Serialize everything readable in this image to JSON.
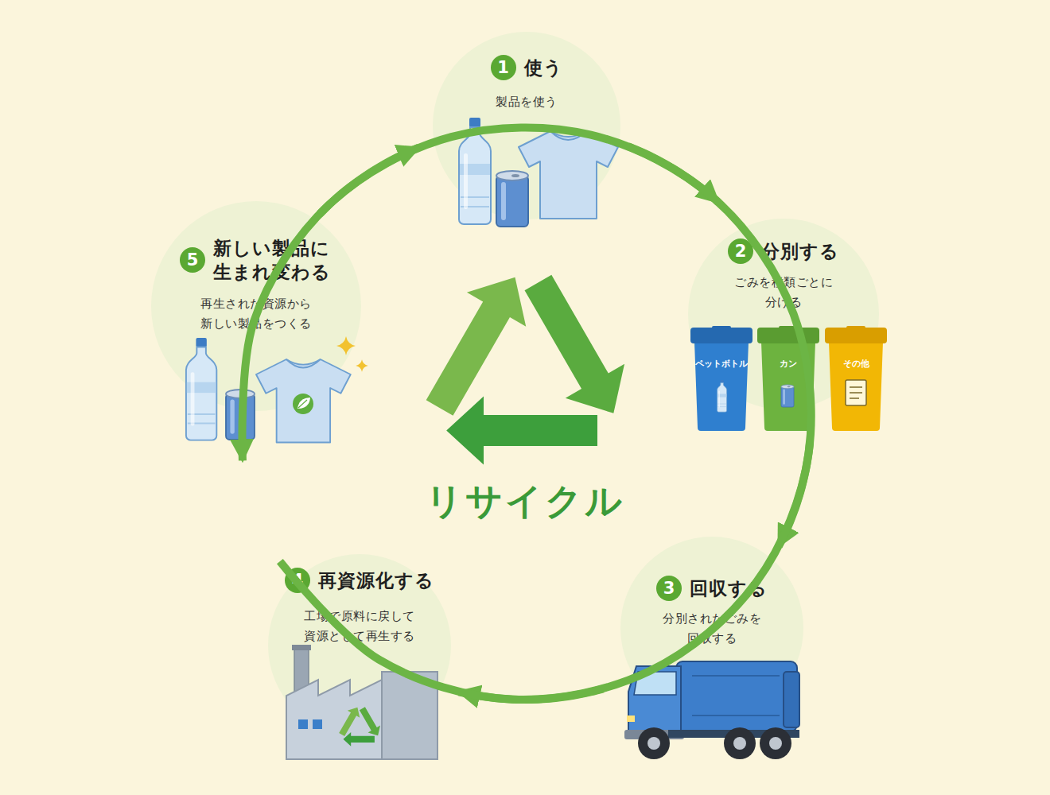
{
  "diagram": {
    "title": "リサイクル",
    "nodes": [
      {
        "text": [
          "1",
          "使う",
          "製品を使う"
        ]
      },
      {
        "text": [
          "2",
          "分別する",
          "ごみを種類ごとに 分ける"
        ]
      },
      {
        "text": [
          "ペットボトル"
        ],
        "in": 1
      },
      {
        "text": [
          "カン"
        ],
        "in": 1
      },
      {
        "text": [
          "その他"
        ],
        "in": 1
      },
      {
        "text": [
          "3",
          "回収する",
          "分別されたごみを 回収する"
        ]
      },
      {
        "text": [
          "4",
          "再資源化する",
          "工場で原料に戻して 資源として再生する"
        ]
      },
      {
        "text": [
          "5",
          "新しい製品に 生まれ変わる",
          "再生された資源から 新しい製品をつくる"
        ]
      }
    ],
    "edges": [
      {
        "from": 0,
        "to": 1,
        "arrow": "to"
      },
      {
        "from": 1,
        "to": 5,
        "arrow": "to"
      },
      {
        "from": 5,
        "to": 6,
        "arrow": "to"
      },
      {
        "from": 6,
        "to": 7,
        "arrow": "to"
      },
      {
        "from": 7,
        "to": 0,
        "arrow": "to"
      }
    ]
  }
}
